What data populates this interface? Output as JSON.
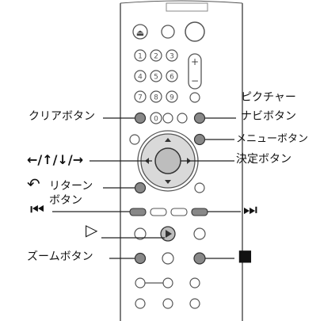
{
  "labels": {
    "clear_button": "クリアボタン",
    "picture_navi_line1": "ピクチャー",
    "picture_navi_line2": "ナビボタン",
    "menu_button": "メニューボタン",
    "arrow_buttons": "←/↑/↓/→",
    "enter_button": "決定ボタン",
    "return_line1": "リターン",
    "return_line2": "ボタン",
    "prev_symbol": "⏮",
    "next_symbol": "⏭",
    "play_symbol": "▷",
    "zoom_button": "ズームボタン",
    "stop_symbol": "■",
    "return_symbol": "↶"
  },
  "remote": {
    "eject_symbol": "⏏",
    "number_keys": [
      "1",
      "2",
      "3",
      "4",
      "5",
      "6",
      "7",
      "8",
      "9",
      "0"
    ]
  },
  "colors": {
    "outline": "#555555",
    "button_gray": "#d9d9d9",
    "button_dark": "#666666",
    "line": "#222222"
  }
}
